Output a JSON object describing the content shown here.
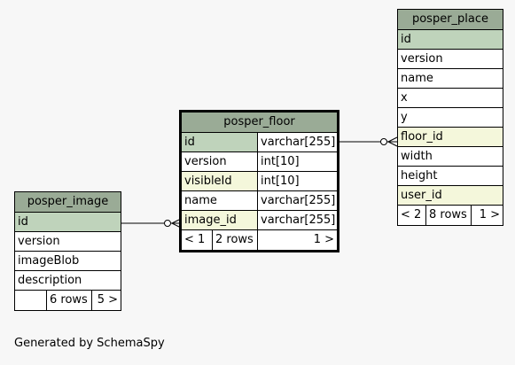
{
  "tables": {
    "posper_place": {
      "title": "posper_place",
      "columns": [
        "id",
        "version",
        "name",
        "x",
        "y",
        "floor_id",
        "width",
        "height",
        "user_id"
      ],
      "nav_prev": "< 2",
      "rows_label": "8 rows",
      "nav_next": "1 >"
    },
    "posper_floor": {
      "title": "posper_floor",
      "columns": [
        {
          "name": "id",
          "type": "varchar[255]"
        },
        {
          "name": "version",
          "type": "int[10]"
        },
        {
          "name": "visibleId",
          "type": "int[10]"
        },
        {
          "name": "name",
          "type": "varchar[255]"
        },
        {
          "name": "image_id",
          "type": "varchar[255]"
        }
      ],
      "nav_prev": "< 1",
      "rows_label": "2 rows",
      "nav_next": "1 >"
    },
    "posper_image": {
      "title": "posper_image",
      "columns": [
        "id",
        "version",
        "imageBlob",
        "description"
      ],
      "nav_prev": "",
      "rows_label": "6 rows",
      "nav_next": "5 >"
    }
  },
  "caption": "Generated by SchemaSpy",
  "colors": {
    "title_bg": "#9aab96",
    "primary_key_bg": "#bfd3bb",
    "foreign_key_bg": "#f4f7db",
    "background": "#f7f7f7"
  }
}
